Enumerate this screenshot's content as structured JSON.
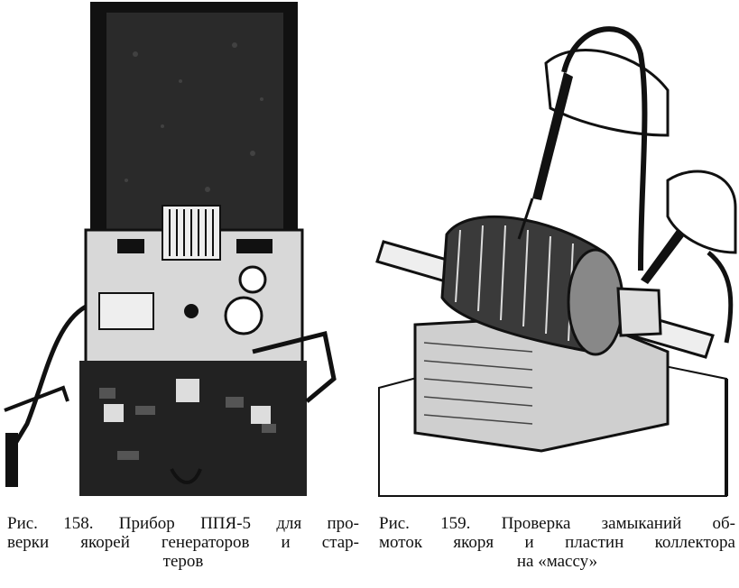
{
  "figures": [
    {
      "caption_lines": [
        "Рис. 158. Прибор ППЯ-5 для про-",
        "верки якорей генераторов и стар-",
        "теров"
      ]
    },
    {
      "caption_lines": [
        "Рис. 159. Проверка замыканий об-",
        "моток якоря и пластин коллектора",
        "на «массу»"
      ]
    }
  ]
}
